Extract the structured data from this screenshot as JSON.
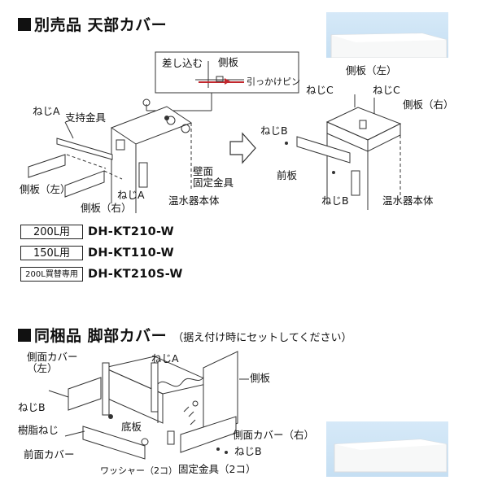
{
  "sections": [
    {
      "title": "別売品 天部カバー",
      "note": ""
    },
    {
      "title": "同梱品 脚部カバー",
      "note": "（据え付け時にセットしてください）"
    }
  ],
  "top_diagram": {
    "inset": {
      "insert": "差し込む",
      "side_plate": "側板",
      "pull_pin": "引っかけピン"
    },
    "left": {
      "screw_a1": "ねじA",
      "support": "支持金具",
      "side_left": "側板（左）",
      "side_right": "側板（右）",
      "screw_a2": "ねじA",
      "wall_bracket": "壁面\n固定金具",
      "heater_body": "温水器本体"
    },
    "right": {
      "side_left": "側板（左）",
      "screw_c1": "ねじC",
      "screw_c2": "ねじC",
      "side_right": "側板（右）",
      "screw_b1": "ねじB",
      "front_plate": "前板",
      "screw_b2": "ねじB",
      "heater_body": "温水器本体"
    }
  },
  "models": [
    {
      "tag": "200L用",
      "number": "DH-KT210-W"
    },
    {
      "tag": "150L用",
      "number": "DH-KT110-W"
    },
    {
      "tag": "200L買替専用",
      "number": "DH-KT210S-W"
    }
  ],
  "bottom_diagram": {
    "side_cover_left": "側面カバー\n（左）",
    "screw_a": "ねじA",
    "side_plate": "側板",
    "screw_b_left": "ねじB",
    "resin_screw": "樹脂ねじ",
    "bottom_plate": "底板",
    "front_cover": "前面カバー",
    "side_cover_right": "側面カバー（右）",
    "screw_b_right": "ねじB",
    "washer": "ワッシャー（2コ）",
    "bracket": "固定金具（2コ）"
  }
}
